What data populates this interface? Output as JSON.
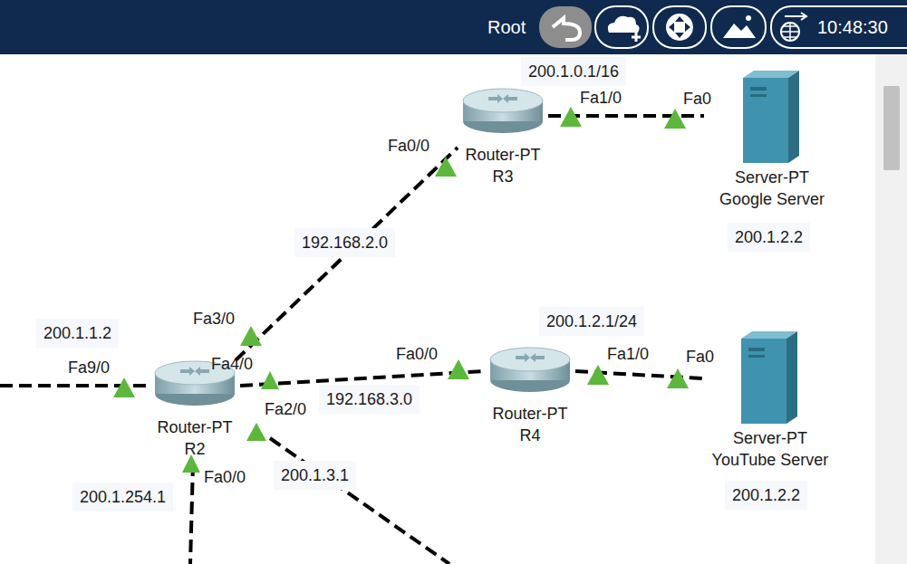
{
  "diagram": {
    "nodes": [
      {
        "text": [
          "Router-PT",
          "R3"
        ]
      },
      {
        "text": [
          "Server-PT",
          "Google Server"
        ]
      },
      {
        "text": [
          "Router-PT",
          "R2"
        ]
      },
      {
        "text": [
          "Router-PT",
          "R4"
        ]
      },
      {
        "text": [
          "Server-PT",
          "YouTube Server"
        ]
      }
    ],
    "edges": [
      {
        "from": 0,
        "to": 1,
        "arrow": "none"
      },
      {
        "from": 2,
        "to": 0,
        "label": "192.168.2.0",
        "arrow": "none"
      },
      {
        "from": 2,
        "to": 3,
        "label": "192.168.3.0",
        "arrow": "none"
      },
      {
        "from": 3,
        "to": 4,
        "arrow": "none"
      }
    ],
    "labels": [
      "Root",
      "10:48:30",
      "200.1.0.1/16",
      "Fa1/0",
      "Fa0",
      "200.1.2.2",
      "Fa0/0",
      "Fa3/0",
      "200.1.1.2",
      "Fa9/0",
      "Fa4/0",
      "Fa0/0",
      "200.1.2.1/24",
      "Fa1/0",
      "Fa0",
      "Fa2/0",
      "200.1.3.1",
      "200.1.254.1",
      "Fa0/0",
      "200.1.2.2"
    ]
  }
}
